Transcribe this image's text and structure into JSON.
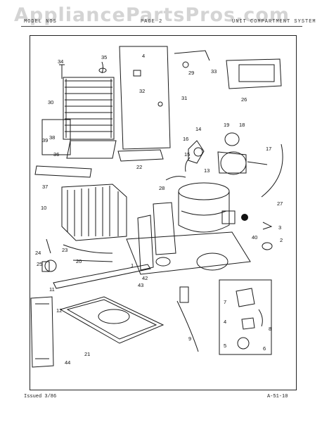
{
  "watermark": "AppliancePartsPros.com",
  "header": {
    "left": "MODEL NOS",
    "middle": "PAGE 2",
    "right": "UNIT COMPARTMENT SYSTEM"
  },
  "footer": {
    "issued": "Issued 3/86",
    "code": "A-51-10"
  },
  "callouts": [
    "34",
    "35",
    "4",
    "29",
    "33",
    "32",
    "31",
    "26",
    "30",
    "39",
    "38",
    "36",
    "37",
    "14",
    "19",
    "18",
    "16",
    "15",
    "17",
    "13",
    "22",
    "28",
    "27",
    "10",
    "3",
    "40",
    "2",
    "24",
    "25",
    "23",
    "20",
    "1",
    "11",
    "43",
    "42",
    "7",
    "12",
    "8",
    "4",
    "9",
    "5",
    "6",
    "21",
    "44"
  ]
}
